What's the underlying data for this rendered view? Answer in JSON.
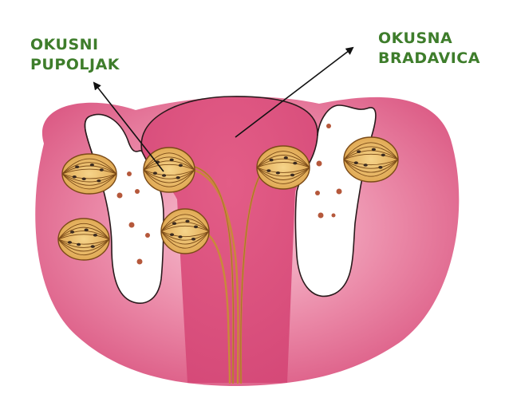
{
  "labels": {
    "taste_bud": {
      "line1": "OKUSNI",
      "line2": "PUPOLJAK"
    },
    "papilla": {
      "line1": "OKUSNA",
      "line2": "BRADAVICA"
    }
  },
  "colors": {
    "label": "#3e7d2b",
    "tissue": "#d9537f",
    "tissue_light": "#f3b7c9",
    "outline": "#2a1a1c",
    "bud_fill": "#e8b25a",
    "bud_stroke": "#7a4a17",
    "nerve": "#c9893a",
    "dot": "#b5583b"
  },
  "icons": {
    "arrow": "arrow-pointer",
    "taste_bud": "onion-shaped-taste-bud"
  }
}
